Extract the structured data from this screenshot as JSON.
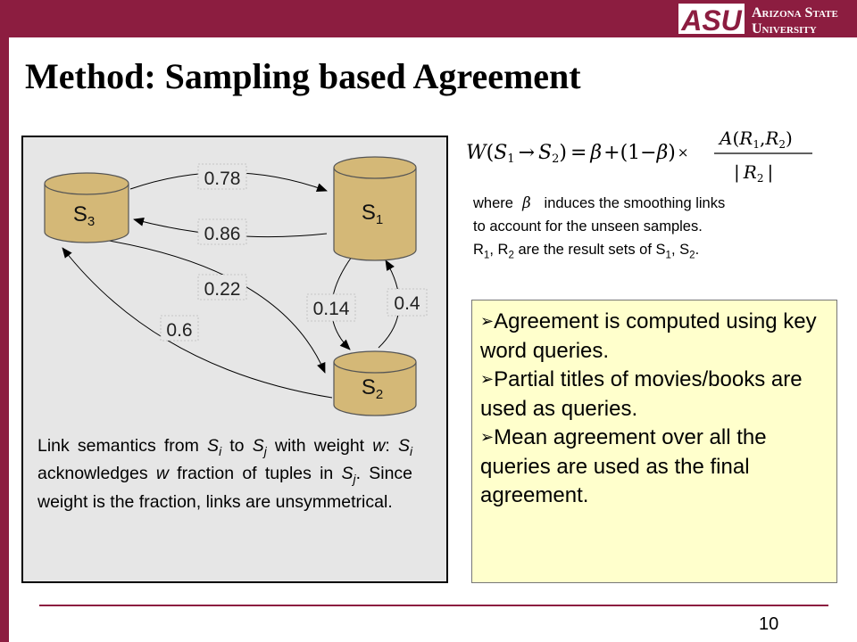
{
  "branding": {
    "logo_mark": "ASU",
    "logo_line1": "Arizona State",
    "logo_line2": "University",
    "colors": {
      "maroon": "#8c1d40",
      "diagram_bg": "#e6e6e6",
      "cylinder": "#d4b877",
      "note_bg": "#ffffcc"
    }
  },
  "slide": {
    "title": "Method: Sampling based Agreement",
    "page_number": "10"
  },
  "diagram": {
    "nodes": [
      {
        "id": "s3",
        "letter": "S",
        "sub": "3"
      },
      {
        "id": "s1",
        "letter": "S",
        "sub": "1"
      },
      {
        "id": "s2",
        "letter": "S",
        "sub": "2"
      }
    ],
    "edges": [
      {
        "from": "S3",
        "to": "S1",
        "weight": "0.78"
      },
      {
        "from": "S1",
        "to": "S3",
        "weight": "0.86"
      },
      {
        "from": "S3",
        "to": "S2",
        "weight": "0.22"
      },
      {
        "from": "S2",
        "to": "S3",
        "weight": "0.6"
      },
      {
        "from": "S1",
        "to": "S2",
        "weight": "0.14"
      },
      {
        "from": "S2",
        "to": "S1",
        "weight": "0.4"
      }
    ],
    "caption": {
      "t1": "Link semantics from ",
      "t2": " to ",
      "t3": " with weight ",
      "t4": ": ",
      "t5": " acknowledges ",
      "t6": " fraction of tuples in ",
      "t7": ". Since weight is the fraction, links are unsymmetrical.",
      "S": "S",
      "i": "i",
      "j": "j",
      "w": "w"
    }
  },
  "formula": {
    "lhs_W": "W",
    "open": "(",
    "S": "S",
    "sub1": "1",
    "arrow": "→",
    "sub2": "2",
    "close": ")",
    "eq": "=",
    "beta": "β",
    "plus": "+",
    "one_minus": "(1−",
    "rparen": ")",
    "times": "×",
    "num_A": "A",
    "num_open": "(",
    "R": "R",
    "comma": ",",
    "num_close": ")",
    "bar": "|"
  },
  "explanation": {
    "where": "where",
    "beta_symbol": "β",
    "line1_rest": " induces the smoothing links",
    "line2": "to account for the unseen samples.",
    "R": "R",
    "sub1": "1",
    "sub2": "2",
    "S": "S",
    "comma_sp": ", ",
    "mid": " are the result sets of ",
    "period": "."
  },
  "bullets": {
    "arrow": "➢",
    "items": [
      "Agreement is computed using key word queries.",
      "Partial titles of movies/books are used as queries.",
      "Mean agreement over all the queries are used as the final agreement."
    ]
  }
}
